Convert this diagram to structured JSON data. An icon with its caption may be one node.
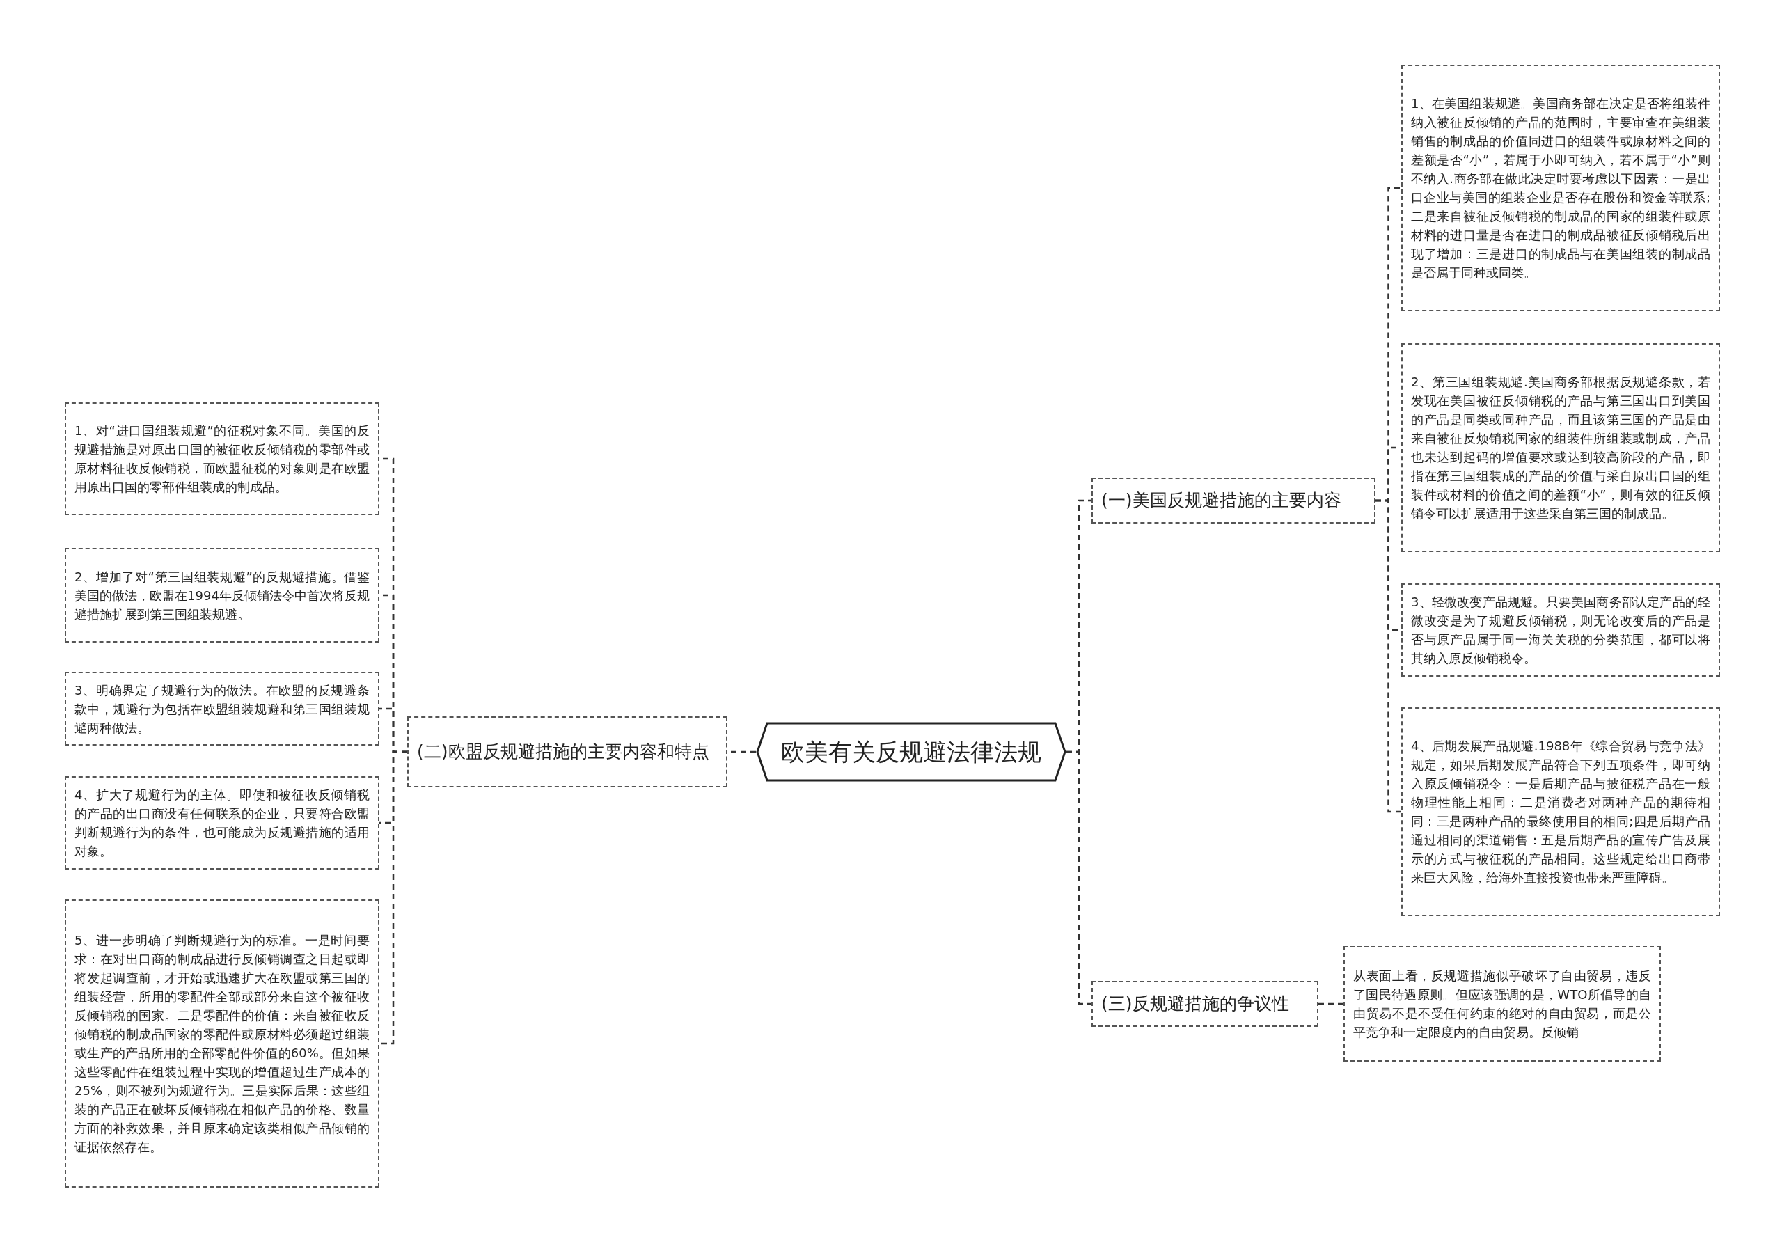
{
  "diagram": {
    "nodes": [
      {
        "text": [
          "欧美有关反规避法律法规"
        ]
      },
      {
        "text": [
          "(一)美国反规避措施的主要内容"
        ]
      },
      {
        "text": [
          "1、在美国组装规避。美国商务部在决定是否将组装件纳入被征反倾销的产品的范围时，主要审查在美组装销售的制成品的价值同进口的组装件或原材料之间的差额是否“小”，若属于小即可纳入，若不属于“小”则不纳入.商务部在做此决定时要考虑以下因素：一是出口企业与美国的组装企业是否存在股份和资金等联系;二是来自被征反倾销税的制成品的国家的组装件或原材料的进口量是否在进口的制成品被征反倾销税后出现了增加：三是进口的制成品与在美国组装的制成品是否属于同种或同类。"
        ]
      },
      {
        "text": [
          "2、第三国组装规避.美国商务部根据反规避条款，若发现在美国被征反倾销税的产品与第三国出口到美国的产品是同类或同种产品，而且该第三国的产品是由来自被征反烦销税国家的组装件所组装或制成，产品也未达到起码的增值要求或达到较高阶段的产品，即指在第三国组装成的产品的价值与采自原出口国的组装件或材料的价值之间的差额“小”，则有效的征反倾销令可以扩展适用于这些采自第三国的制成品。"
        ]
      },
      {
        "text": [
          "3、轻微改变产品规避。只要美国商务部认定产品的轻微改变是为了规避反倾销税，则无论改变后的产品是否与原产品属于同一海关关税的分类范围，都可以将其纳入原反倾销税令。"
        ]
      },
      {
        "text": [
          "4、后期发展产品规避.1988年《综合贸易与竞争法》规定，如果后期发展产品符合下列五项条件，即可纳入原反倾销税令：一是后期产品与披征税产品在一般物理性能上相同：二是消费者对两种产品的期待相同：三是两种产品的最终使用目的相同;四是后期产品通过相同的渠道销售：五是后期产品的宣传广告及展示的方式与被征税的产品相同。这些规定给出口商带来巨大风险，给海外直接投资也带来严重障碍。"
        ]
      },
      {
        "text": [
          "(二)欧盟反规避措施的主要内容和特点"
        ]
      },
      {
        "text": [
          "1、对“进口国组装规避”的征税对象不同。美国的反规避措施是对原出口国的被征收反倾销税的零部件或原材料征收反倾销税，而欧盟征税的对象则是在欧盟用原出口国的零部件组装成的制成品。"
        ]
      },
      {
        "text": [
          "2、增加了对“第三国组装规避”的反规避措施。借鉴美国的做法，欧盟在1994年反倾销法令中首次将反规避措施扩展到第三国组装规避。"
        ]
      },
      {
        "text": [
          "3、明确界定了规避行为的做法。在欧盟的反规避条款中，规避行为包括在欧盟组装规避和第三国组装规避两种做法。"
        ]
      },
      {
        "text": [
          "4、扩大了规避行为的主体。即使和被征收反倾销税的产品的出口商没有任何联系的企业，只要符合欧盟判断规避行为的条件，也可能成为反规避措施的适用对象。"
        ]
      },
      {
        "text": [
          "5、进一步明确了判断规避行为的标准。一是时间要求：在对出口商的制成品进行反倾销调查之日起或即将发起调查前，才开始或迅速扩大在欧盟或第三国的组装经营，所用的零配件全部或部分来自这个被征收反倾销税的国家。二是零配件的价值：来自被征收反倾销税的制成品国家的零配件或原材料必须超过组装或生产的产品所用的全部零配件价值的60%。但如果这些零配件在组装过程中实现的增值超过生产成本的25%，则不被列为规避行为。三是实际后果：这些组装的产品正在破坏反倾销税在相似产品的价格、数量方面的补救效果，并且原来确定该类相似产品倾销的证据依然存在。"
        ]
      },
      {
        "text": [
          "(三)反规避措施的争议性"
        ]
      },
      {
        "text": [
          "从表面上看，反规避措施似乎破坏了自由贸易，违反了国民待遇原则。但应该强调的是，WTO所倡导的自由贸易不是不受任何约束的绝对的自由贸易，而是公平竞争和一定限度内的自由贸易。反倾销"
        ]
      }
    ],
    "edges": [
      {
        "from": 0,
        "to": 1,
        "arrow": "none",
        "style": "dashed"
      },
      {
        "from": 0,
        "to": 12,
        "arrow": "none",
        "style": "dashed"
      },
      {
        "from": 1,
        "to": 2,
        "arrow": "none",
        "style": "dashed"
      },
      {
        "from": 1,
        "to": 3,
        "arrow": "none",
        "style": "dashed"
      },
      {
        "from": 1,
        "to": 4,
        "arrow": "none",
        "style": "dashed"
      },
      {
        "from": 1,
        "to": 5,
        "arrow": "none",
        "style": "dashed"
      },
      {
        "from": 12,
        "to": 13,
        "arrow": "none",
        "style": "dashed"
      },
      {
        "from": 0,
        "to": 6,
        "arrow": "none",
        "style": "dashed"
      },
      {
        "from": 6,
        "to": 7,
        "arrow": "none",
        "style": "dashed"
      },
      {
        "from": 6,
        "to": 8,
        "arrow": "none",
        "style": "dashed"
      },
      {
        "from": 6,
        "to": 9,
        "arrow": "none",
        "style": "dashed"
      },
      {
        "from": 6,
        "to": 10,
        "arrow": "none",
        "style": "dashed"
      },
      {
        "from": 6,
        "to": 11,
        "arrow": "none",
        "style": "dashed"
      }
    ]
  }
}
